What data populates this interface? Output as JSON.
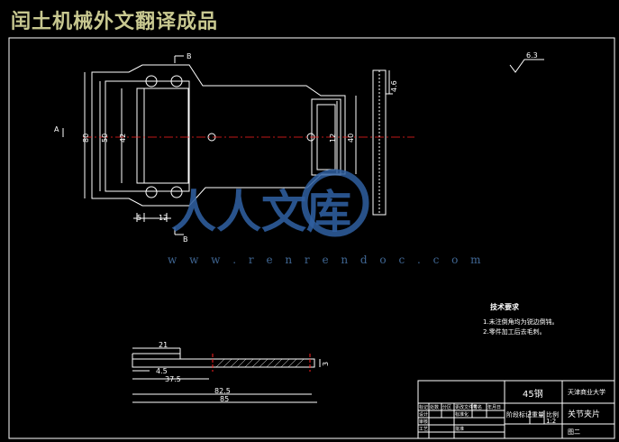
{
  "banner": "闰土机械外文翻译成品",
  "view_labels": {
    "b_top": "B",
    "b_bottom": "B",
    "a": "A"
  },
  "roughness": "6.3",
  "dims": {
    "d80": "80",
    "d50": "50",
    "d42": "42",
    "d5": "5",
    "d12a": "12",
    "d12b": "12",
    "d40": "40",
    "d46": "4.6",
    "d21": "21",
    "d45": "4.5",
    "d375": "37.5",
    "d825": "82.5",
    "d85": "85",
    "d3": "3"
  },
  "tech_req": {
    "title": "技术要求",
    "item1": "1.未注倒角均为锐边倒钝。",
    "item2": "2.零件加工后去毛刺。"
  },
  "title_block": {
    "material": "45钢",
    "university": "天津商业大学",
    "part_name": "关节夹片",
    "drawing_no": "图二",
    "scale": "1:2",
    "col_mark": "标记",
    "col_count": "处数",
    "col_zone": "分区",
    "col_change_doc": "更改文件号",
    "col_sign": "签名",
    "col_date": "年月日",
    "row_design": "设计",
    "row_standard": "标准化",
    "row_review": "审核",
    "row_process": "工艺",
    "row_approve": "批准",
    "stage_mark": "阶段标记",
    "weight": "重量",
    "scale_label": "比例"
  },
  "watermark": {
    "main": "人人文库",
    "url": "w w w . r e n r e n d o c . c o m"
  },
  "colors": {
    "line": "#ffffff",
    "center": "#ff2020",
    "banner": "#c8c890",
    "watermark": "#2f5fa0"
  }
}
